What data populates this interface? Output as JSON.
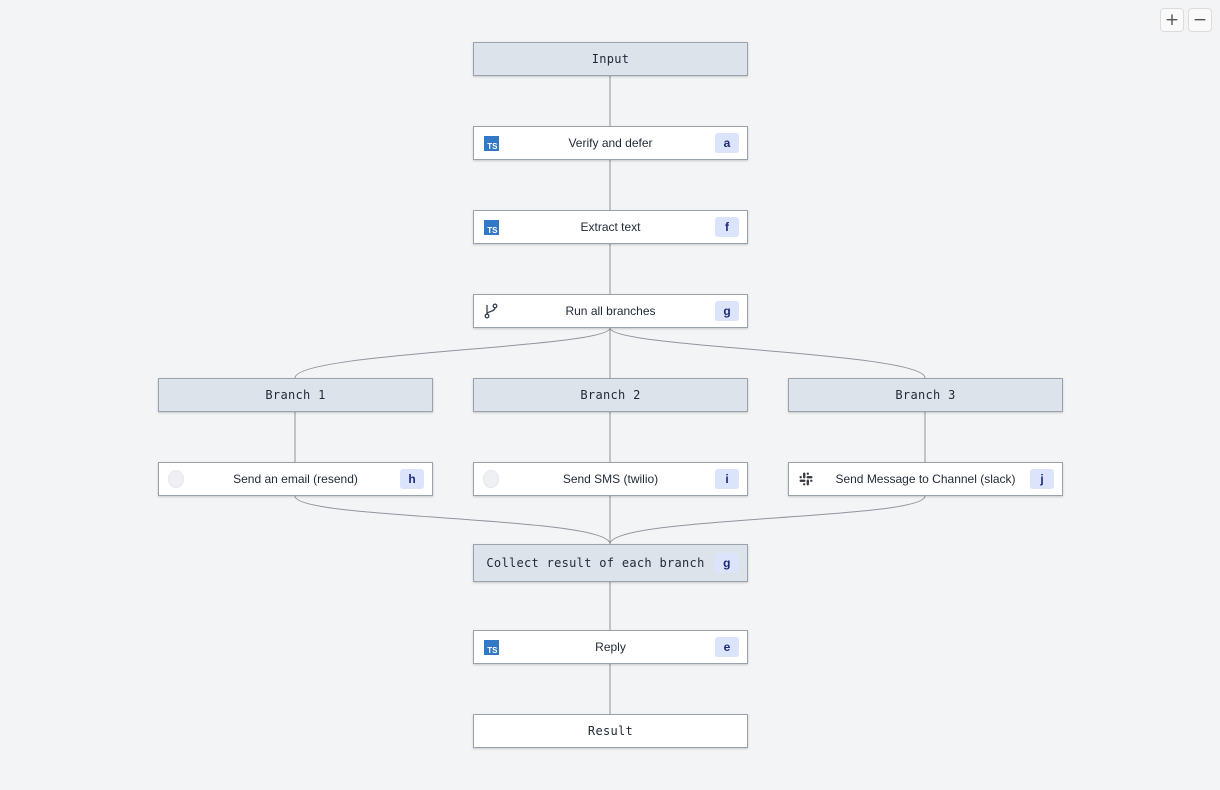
{
  "zoom": {
    "in_label": "+",
    "out_label": "−"
  },
  "nodes": {
    "input": {
      "label": "Input"
    },
    "verify": {
      "label": "Verify and defer",
      "badge": "a",
      "icon": "typescript-icon"
    },
    "extract": {
      "label": "Extract text",
      "badge": "f",
      "icon": "typescript-icon"
    },
    "run_branches": {
      "label": "Run all branches",
      "badge": "g",
      "icon": "branch-icon"
    },
    "branch1": {
      "label": "Branch 1"
    },
    "branch2": {
      "label": "Branch 2"
    },
    "branch3": {
      "label": "Branch 3"
    },
    "email": {
      "label": "Send an email (resend)",
      "badge": "h",
      "icon": "resend-icon"
    },
    "sms": {
      "label": "Send SMS (twilio)",
      "badge": "i",
      "icon": "twilio-icon"
    },
    "slack": {
      "label": "Send Message to Channel (slack)",
      "badge": "j",
      "icon": "slack-icon"
    },
    "collect": {
      "label": "Collect result of each branch",
      "badge": "g"
    },
    "reply": {
      "label": "Reply",
      "badge": "e",
      "icon": "typescript-icon"
    },
    "result": {
      "label": "Result"
    }
  },
  "colors": {
    "background": "#f3f4f6",
    "node_border": "#9aa3ad",
    "group_node_fill": "#dde3ea",
    "badge_fill": "#dce4fb",
    "badge_text": "#1e2a78",
    "typescript_blue": "#3178c6",
    "edge": "#8e959c"
  }
}
